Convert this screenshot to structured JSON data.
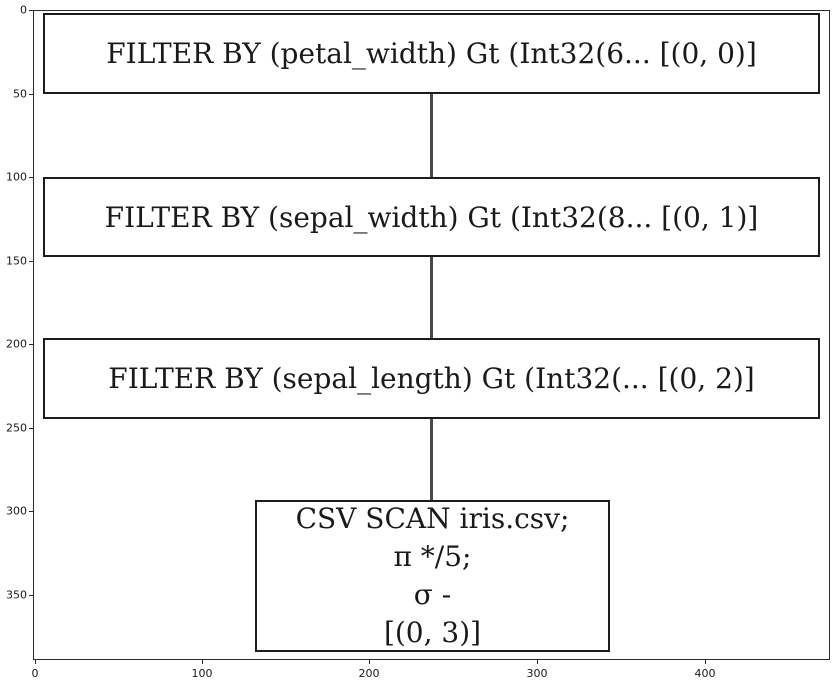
{
  "figure": {
    "type": "query-plan-tree",
    "background": "#ffffff",
    "node_border_color": "#1c1c1c",
    "edge_color": "#4a4a4a",
    "text_color": "#1a1a1a"
  },
  "axes": {
    "x_ticks": [
      "0",
      "100",
      "200",
      "300",
      "400"
    ],
    "y_ticks": [
      "0",
      "50",
      "100",
      "150",
      "200",
      "250",
      "300",
      "350"
    ]
  },
  "nodes": [
    {
      "label": "FILTER BY (petal_width) Gt (Int32(6... [(0, 0)]"
    },
    {
      "label": "FILTER BY (sepal_width) Gt (Int32(8... [(0, 1)]"
    },
    {
      "label": "FILTER BY (sepal_length) Gt (Int32(... [(0, 2)]"
    },
    {
      "lines": [
        "CSV SCAN iris.csv;",
        "π */5;",
        "σ -",
        "[(0, 3)]"
      ]
    }
  ]
}
